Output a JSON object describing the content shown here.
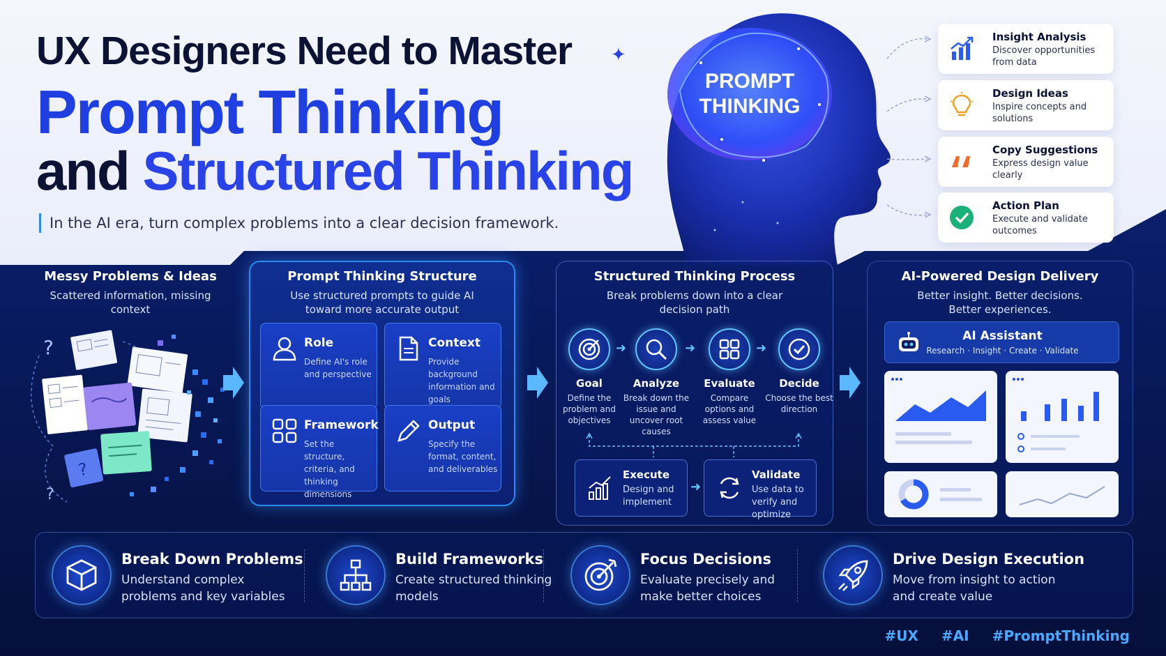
{
  "title": {
    "line1": "UX Designers Need to Master",
    "line2": "Prompt Thinking",
    "line3_prefix": "and",
    "line3_accent": "Structured Thinking"
  },
  "subtitle": "In the AI era, turn complex problems into a clear decision framework.",
  "brain_label": {
    "line1": "PROMPT",
    "line2": "THINKING"
  },
  "outcomes": [
    {
      "title": "Insight Analysis",
      "desc": "Discover opportunities from data",
      "icon": "bar-chart-icon"
    },
    {
      "title": "Design Ideas",
      "desc": "Inspire concepts and solutions",
      "icon": "lightbulb-icon"
    },
    {
      "title": "Copy Suggestions",
      "desc": "Express design value clearly",
      "icon": "quote-icon"
    },
    {
      "title": "Action Plan",
      "desc": "Execute and validate outcomes",
      "icon": "checkmark-icon"
    }
  ],
  "messy": {
    "title": "Messy Problems & Ideas",
    "subtitle": "Scattered information, missing context"
  },
  "prompt_structure": {
    "title": "Prompt Thinking Structure",
    "subtitle": "Use structured prompts to guide AI toward more accurate output",
    "boxes": [
      {
        "title": "Role",
        "desc": "Define AI's role and perspective",
        "icon": "user-icon"
      },
      {
        "title": "Context",
        "desc": "Provide background information and goals",
        "icon": "document-icon"
      },
      {
        "title": "Framework",
        "desc": "Set the structure, criteria, and thinking dimensions",
        "icon": "grid-icon"
      },
      {
        "title": "Output",
        "desc": "Specify the format, content, and deliverables",
        "icon": "pencil-icon"
      }
    ]
  },
  "process": {
    "title": "Structured Thinking Process",
    "subtitle": "Break problems down into a clear decision path",
    "steps": [
      {
        "title": "Goal",
        "desc": "Define the problem and objectives",
        "icon": "target-icon"
      },
      {
        "title": "Analyze",
        "desc": "Break down the issue and uncover root causes",
        "icon": "magnifier-icon"
      },
      {
        "title": "Evaluate",
        "desc": "Compare options and assess value",
        "icon": "grid-icon"
      },
      {
        "title": "Decide",
        "desc": "Choose the best direction",
        "icon": "check-circle-icon"
      }
    ],
    "execute": {
      "title": "Execute",
      "desc": "Design and implement",
      "icon": "growth-chart-icon"
    },
    "validate": {
      "title": "Validate",
      "desc": "Use data to verify and optimize",
      "icon": "refresh-icon"
    }
  },
  "delivery": {
    "title": "AI-Powered Design Delivery",
    "subtitle": "Better insight. Better decisions. Better experiences.",
    "assistant_title": "AI Assistant",
    "assistant_sub": "Research · Insight · Create · Validate"
  },
  "pillars": [
    {
      "title": "Break Down Problems",
      "desc": "Understand complex problems and key variables",
      "icon": "cube-icon"
    },
    {
      "title": "Build Frameworks",
      "desc": "Create structured thinking models",
      "icon": "hierarchy-icon"
    },
    {
      "title": "Focus Decisions",
      "desc": "Evaluate precisely and make better choices",
      "icon": "target-arrow-icon"
    },
    {
      "title": "Drive Design Execution",
      "desc": "Move from insight to action and create value",
      "icon": "rocket-icon"
    }
  ],
  "hashtags": [
    "#UX",
    "#AI",
    "#PromptThinking"
  ],
  "colors": {
    "accent_blue": "#1f3fe0",
    "navy": "#0b1233",
    "dark_bg": "#07164f",
    "cyan": "#63c5ff"
  }
}
